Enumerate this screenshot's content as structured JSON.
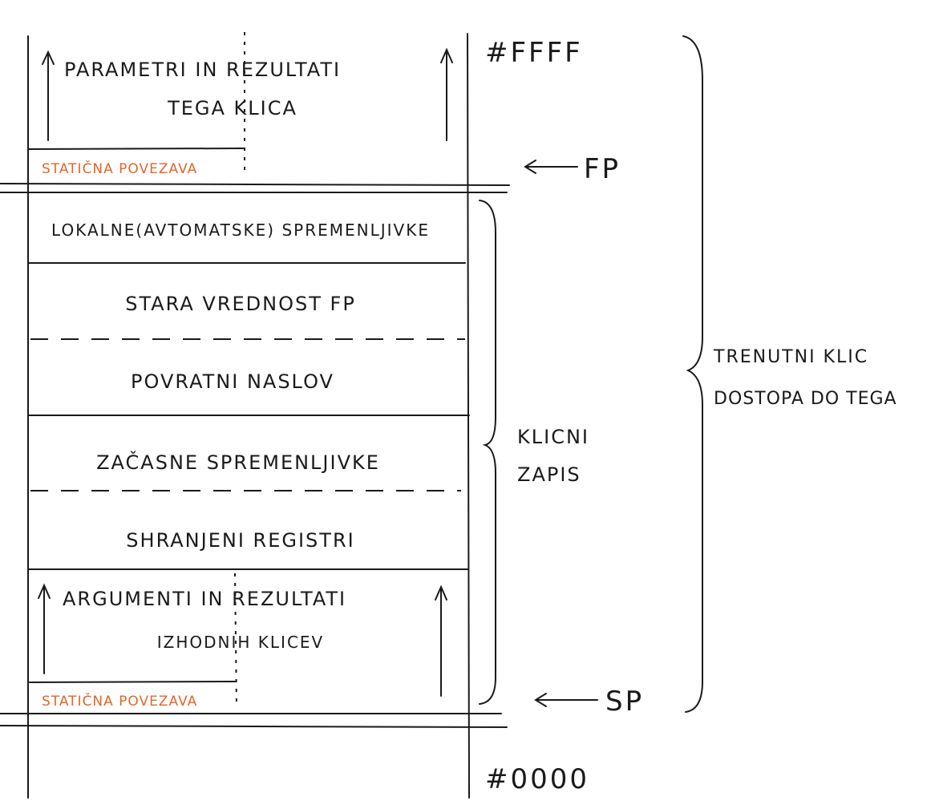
{
  "colors": {
    "ink": "#1a1a1a",
    "static_link": "#e0662c"
  },
  "addresses": {
    "top": "#FFFF",
    "bottom": "#0000"
  },
  "pointers": {
    "fp": "FP",
    "sp": "SP"
  },
  "upper_frame": {
    "line1": "PARAMETRI IN REZULTATI",
    "line2": "TEGA KLICA",
    "static_link": "STATIČNA POVEZAVA"
  },
  "frame_rows": [
    {
      "label": "LOKALNE(AVTOMATSKE) SPREMENLJIVKE"
    },
    {
      "label": "STARA VREDNOST FP"
    },
    {
      "label": "POVRATNI NASLOV"
    },
    {
      "label": "ZAČASNE SPREMENLJIVKE"
    },
    {
      "label": "SHRANJENI REGISTRI"
    }
  ],
  "outgoing": {
    "line1": "ARGUMENTI IN REZULTATI",
    "line2": "IZHODNIH KLICEV",
    "static_link": "STATIČNA POVEZAVA"
  },
  "braces": {
    "call_record_line1": "KLICNI",
    "call_record_line2": "ZAPIS",
    "current_line1": "TRENUTNI KLIC",
    "current_line2": "DOSTOPA DO TEGA"
  }
}
